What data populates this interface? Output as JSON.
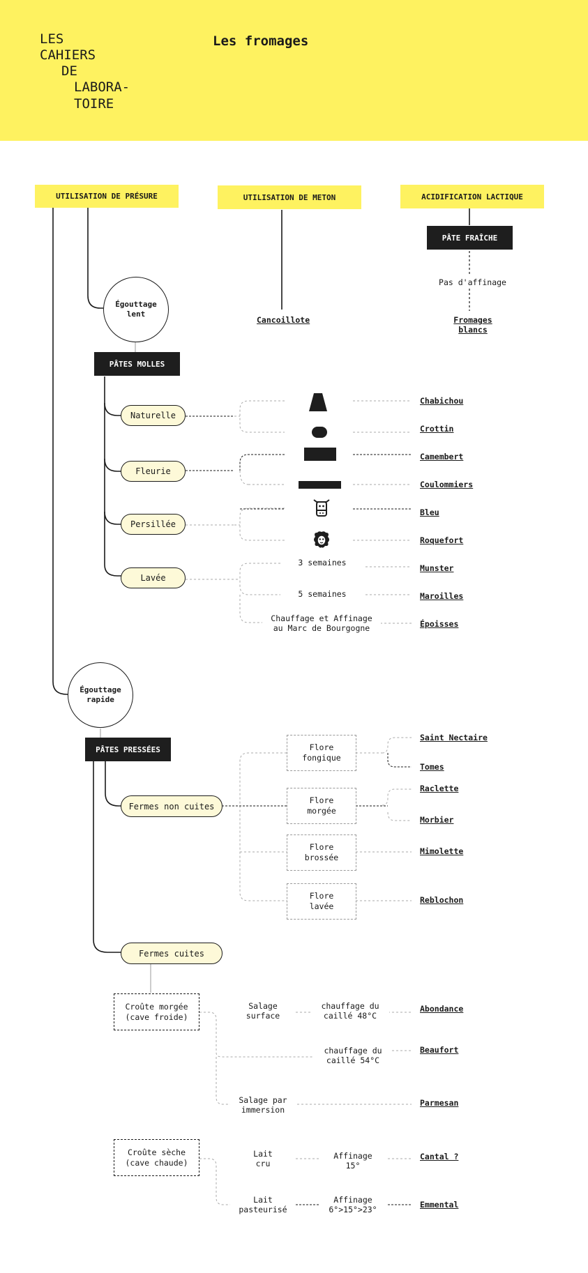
{
  "brand": {
    "line1": "LES",
    "line2": "CAHIERS",
    "line3": "DE",
    "line4": "LABORA-",
    "line5": "TOIRE"
  },
  "title": "Les fromages",
  "categories": {
    "presure": "UTILISATION DE PRÉSURE",
    "meton": "UTILISATION DE METON",
    "lactique": "ACIDIFICATION LACTIQUE"
  },
  "lactique": {
    "box": "PÂTE FRAÎCHE",
    "note": "Pas d'affinage",
    "cheese": "Fromages\nblancs"
  },
  "meton": {
    "cheese": "Cancoillote"
  },
  "egouttage_lent": "Égouttage\nlent",
  "egouttage_rapide": "Égouttage\nrapide",
  "pates_molles": {
    "label": "PÂTES MOLLES",
    "types": {
      "naturelle": "Naturelle",
      "fleurie": "Fleurie",
      "persillee": "Persillée",
      "lavee": "Lavée"
    },
    "icons": {
      "chabichou": "truncated-pyramid-icon",
      "crottin": "rounded-cylinder-icon",
      "camembert": "flat-round-icon",
      "coulommiers": "large-flat-round-icon",
      "bleu": "cow-icon",
      "roquefort": "sheep-icon"
    },
    "notes": {
      "munster": "3 semaines",
      "maroilles": "5 semaines",
      "epoisses": "Chauffage et Affinage\nau Marc de Bourgogne"
    },
    "cheeses": {
      "chabichou": "Chabichou",
      "crottin": "Crottin",
      "camembert": "Camembert",
      "coulommiers": "Coulommiers",
      "bleu": "Bleu",
      "roquefort": "Roquefort",
      "munster": "Munster",
      "maroilles": "Maroilles",
      "epoisses": "Époisses"
    }
  },
  "pates_pressees": {
    "label": "PÂTES PRESSÉES",
    "non_cuites": "Fermes non cuites",
    "cuites": "Fermes cuites",
    "flores": {
      "fongique": "Flore\nfongique",
      "morgee": "Flore\nmorgée",
      "brossee": "Flore\nbrossée",
      "lavee": "Flore\nlavée"
    },
    "cheeses": {
      "saint_nectaire": "Saint Nectaire",
      "tomes": "Tomes",
      "raclette": "Raclette",
      "morbier": "Morbier",
      "mimolette": "Mimolette",
      "reblochon": "Reblochon"
    },
    "croute_morgee": {
      "label": "Croûte morgée\n(cave froide)",
      "salage_surface": "Salage\nsurface",
      "chauffage48": "chauffage du\ncaillé 48°C",
      "chauffage54": "chauffage du\ncaillé 54°C",
      "salage_immersion": "Salage par\nimmersion",
      "cheeses": {
        "abondance": "Abondance",
        "beaufort": "Beaufort",
        "parmesan": "Parmesan"
      }
    },
    "croute_seche": {
      "label": "Croûte sèche\n(cave chaude)",
      "lait_cru": "Lait\ncru",
      "affinage15": "Affinage\n15°",
      "lait_pasteurise": "Lait\npasteurisé",
      "affinage_multi": "Affinage\n6°>15°>23°",
      "cheeses": {
        "cantal": "Cantal ?",
        "emmental": "Emmental"
      }
    }
  }
}
